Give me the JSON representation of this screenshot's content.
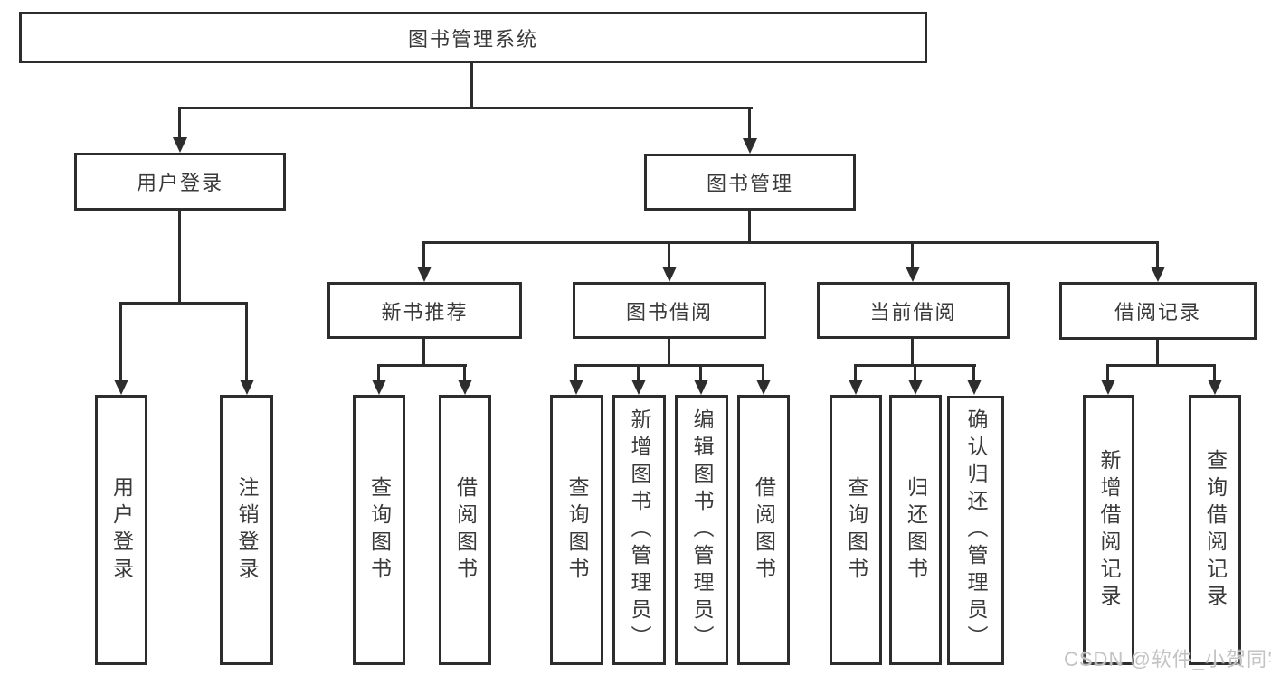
{
  "diagram": {
    "root": "图书管理系统",
    "branches": {
      "user_login": "用户登录",
      "book_mgmt": "图书管理"
    },
    "modules": {
      "new_book": "新书推荐",
      "book_borrow": "图书借阅",
      "current_borrow": "当前借阅",
      "borrow_record": "借阅记录"
    },
    "leaves": {
      "user_login_login": "用户登录",
      "user_login_logout": "注销登录",
      "new_book_query": "查询图书",
      "new_book_borrow": "借阅图书",
      "book_borrow_query": "查询图书",
      "book_borrow_add": "新增图书（管理员）",
      "book_borrow_edit": "编辑图书（管理员）",
      "book_borrow_borrow": "借阅图书",
      "current_query": "查询图书",
      "current_return": "归还图书",
      "current_confirm": "确认归还（管理员）",
      "record_add": "新增借阅记录",
      "record_query": "查询借阅记录"
    },
    "watermark": "CSDN @软件_小贺同学",
    "colors": {
      "line": "#2d2d2d",
      "text": "#3a3a3a",
      "watermark": "#c3c3c3",
      "background": "#ffffff"
    }
  }
}
